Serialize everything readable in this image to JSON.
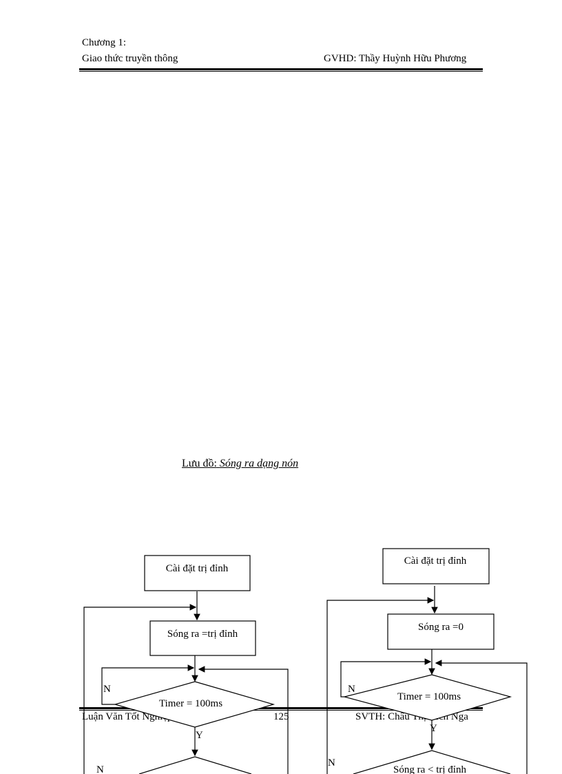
{
  "header": {
    "chapter": "Chương 1:",
    "subject": "Giao thức truyền thông",
    "advisor": "GVHD: Thầy Huỳnh Hữu Phương"
  },
  "caption": {
    "label": "Lưu đồ:",
    "title": "Sóng ra dạng nón"
  },
  "footer": {
    "left": "Luận Văn Tốt Nghiệp",
    "page": "125",
    "right": "SVTH: Châu Thị Bích Nga"
  },
  "flow_left": {
    "init": "Cài đặt trị đỉnh",
    "set": "Sóng ra =trị đỉnh",
    "decision": "Timer = 100ms",
    "no": "N",
    "yes": "Y",
    "no2": "N"
  },
  "flow_right": {
    "init": "Cài đặt trị đỉnh",
    "set": "Sóng ra =0",
    "decision": "Timer = 100ms",
    "no": "N",
    "yes": "Y",
    "no2": "N",
    "decision2": "Sóng ra < trị đỉnh"
  }
}
